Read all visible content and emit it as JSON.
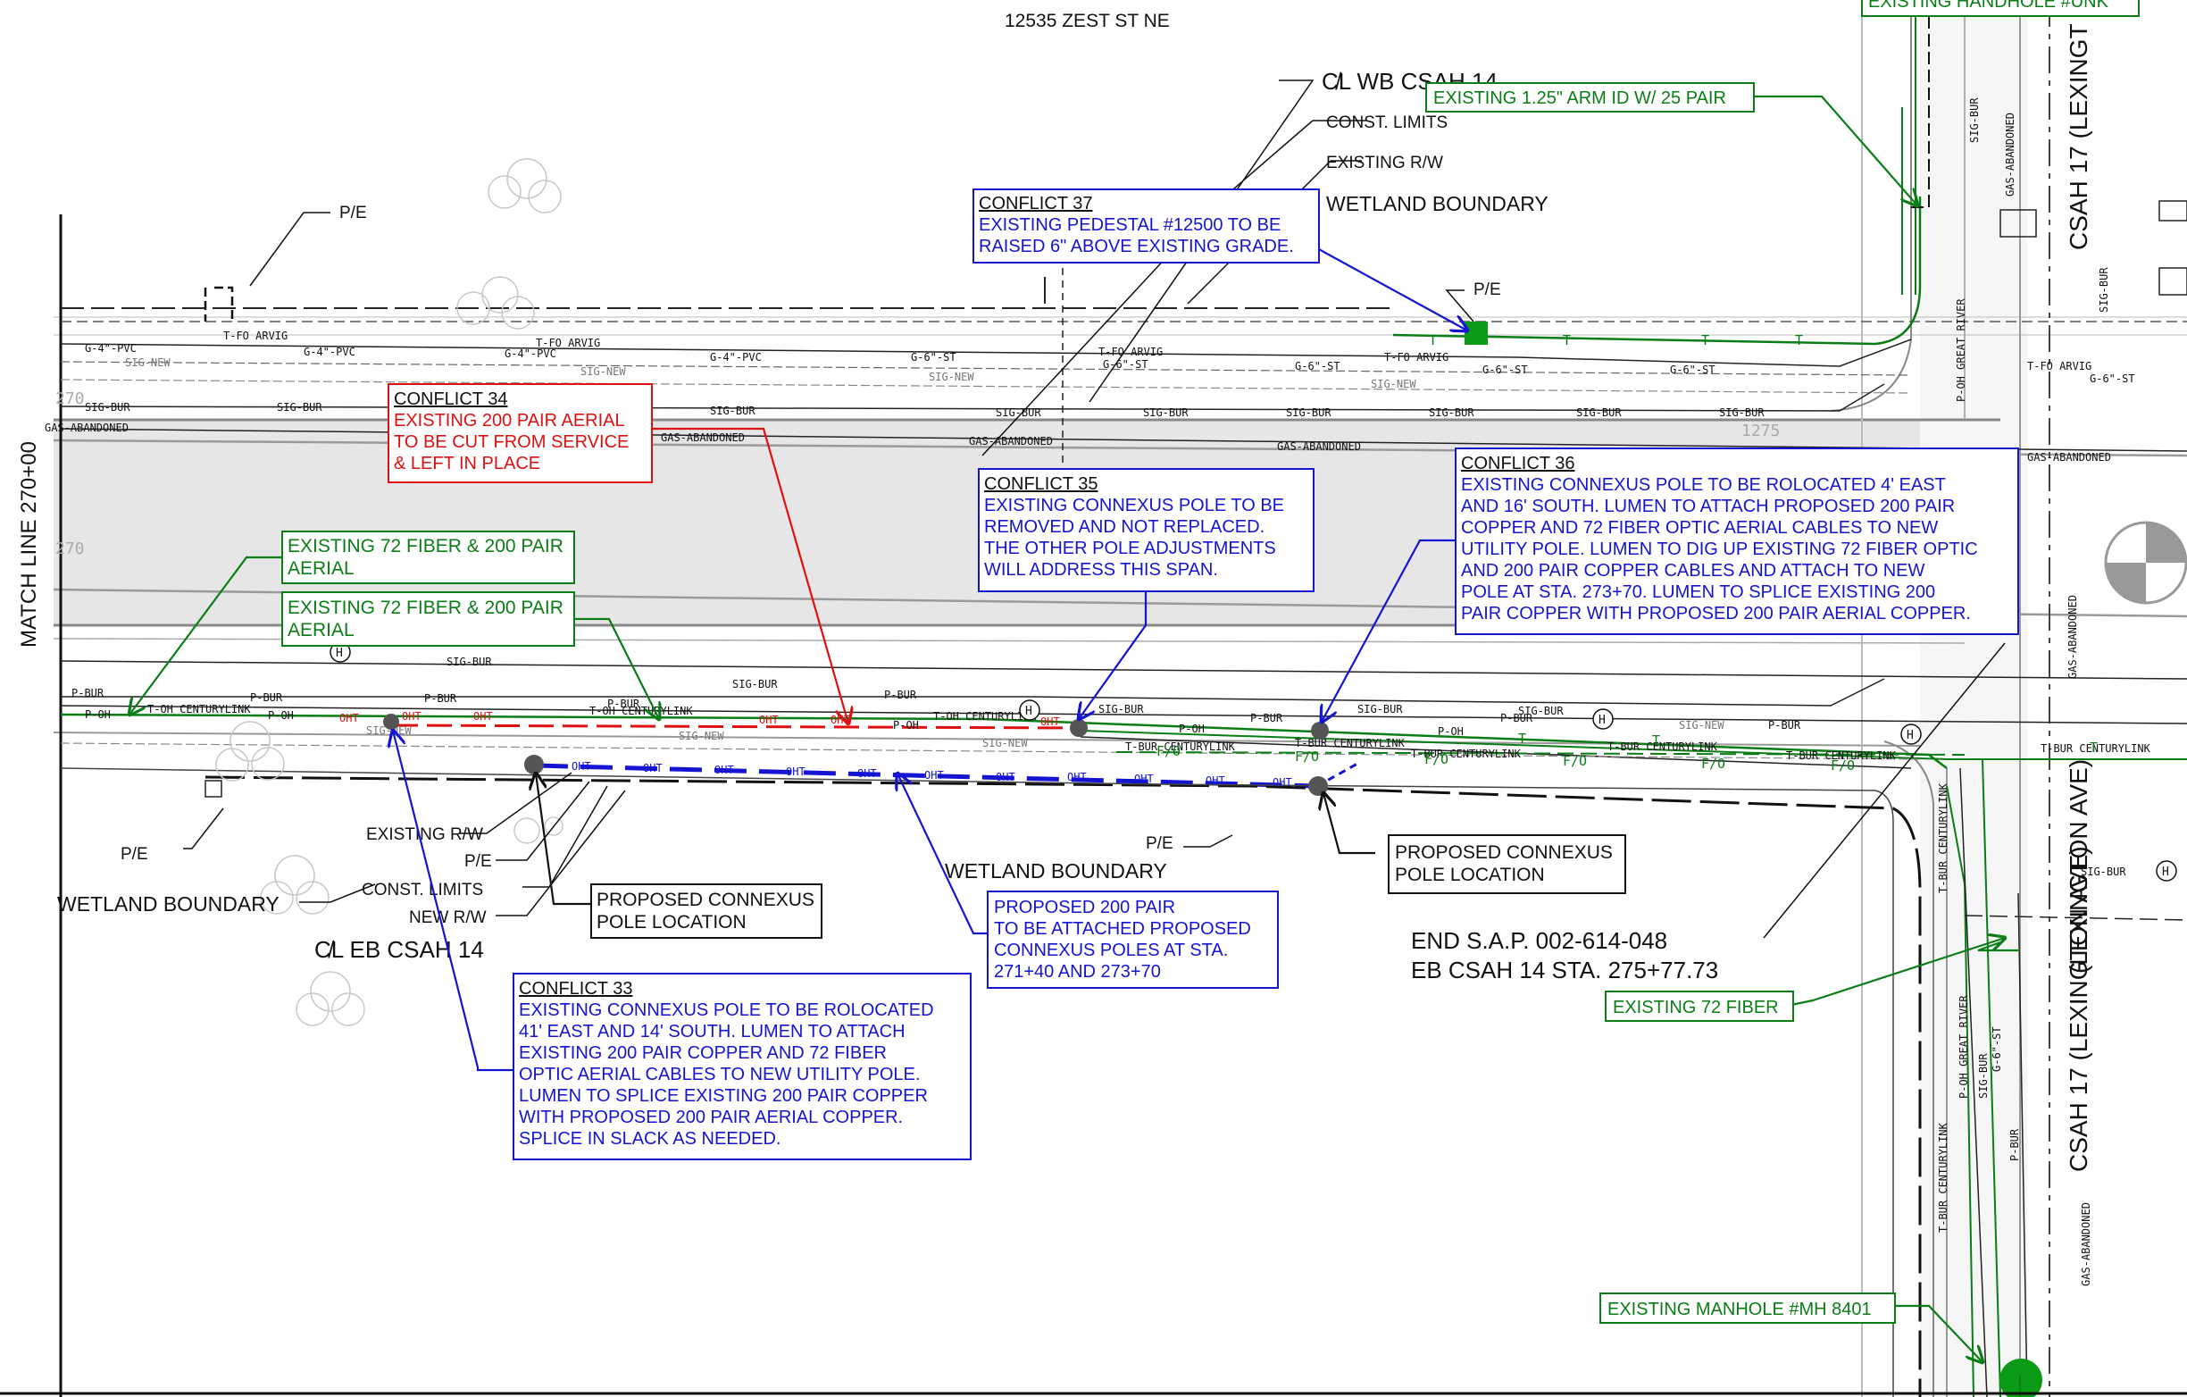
{
  "address": "12535 ZEST ST NE",
  "match_line": "MATCH LINE 270+00",
  "colors": {
    "conflict_blue": "#1414d2",
    "conflict_red": "#e11010",
    "existing_green": "#0b7d16",
    "black": "#111111",
    "road_gray": "#e6e6e6"
  },
  "north_labels": {
    "cl_wb": "C̸L WB CSAH 14",
    "const_limits": "CONST. LIMITS",
    "existing_rw": "EXISTING R/W",
    "wetland": "WETLAND BOUNDARY",
    "pe_left": "P/E",
    "pe_center": "P/E"
  },
  "south_labels": {
    "existing_rw": "EXISTING R/W",
    "pe": "P/E",
    "const_limits": "CONST. LIMITS",
    "new_rw": "NEW R/W",
    "cl_eb": "C̸L EB CSAH 14",
    "wetland_left": "WETLAND BOUNDARY",
    "pe_left": "P/E",
    "wetland_center": "WETLAND BOUNDARY",
    "pe_center": "P/E"
  },
  "end_sap": {
    "line1": "END S.A.P. 002-614-048",
    "line2": "EB CSAH 14 STA. 275+77.73"
  },
  "cross_road": {
    "top": "CSAH 17 (LEXINGT",
    "middle": "(LEXINGTON AVE)",
    "bottom": "CSAH 17 (LEXINGTON AVE)"
  },
  "callouts": {
    "c37": {
      "title": "CONFLICT 37",
      "lines": [
        "EXISTING PEDESTAL #12500 TO BE",
        "RAISED 6\" ABOVE EXISTING GRADE."
      ]
    },
    "c34": {
      "title": "CONFLICT 34",
      "lines": [
        "EXISTING 200 PAIR AERIAL",
        "TO BE CUT FROM SERVICE",
        "& LEFT IN PLACE"
      ]
    },
    "c35": {
      "title": "CONFLICT 35",
      "lines": [
        "EXISTING CONNEXUS POLE TO BE",
        "REMOVED AND NOT REPLACED.",
        "THE OTHER POLE ADJUSTMENTS",
        "WILL ADDRESS THIS SPAN."
      ]
    },
    "c36": {
      "title": "CONFLICT 36",
      "lines": [
        "EXISTING CONNEXUS POLE TO BE ROLOCATED 4' EAST",
        "AND 16' SOUTH.  LUMEN TO ATTACH PROPOSED 200 PAIR",
        "COPPER AND 72 FIBER OPTIC AERIAL CABLES TO NEW",
        "UTILITY POLE.  LUMEN TO DIG UP EXISTING 72 FIBER OPTIC",
        "AND 200 PAIR COPPER CABLES AND ATTACH TO NEW",
        "POLE AT STA. 273+70.  LUMEN TO SPLICE EXISTING 200",
        "PAIR COPPER WITH PROPOSED 200 PAIR AERIAL COPPER."
      ]
    },
    "c33": {
      "title": "CONFLICT 33",
      "lines": [
        "EXISTING CONNEXUS POLE TO BE ROLOCATED",
        "41' EAST AND 14' SOUTH.  LUMEN TO ATTACH",
        "EXISTING 200 PAIR COPPER AND 72 FIBER",
        "OPTIC AERIAL CABLES TO NEW UTILITY POLE.",
        "LUMEN TO SPLICE EXISTING 200 PAIR COPPER",
        "WITH PROPOSED 200 PAIR AERIAL COPPER.",
        "SPLICE IN SLACK AS NEEDED."
      ]
    },
    "proposed_200": {
      "lines": [
        "PROPOSED  200 PAIR",
        "TO BE ATTACHED PROPOSED",
        "CONNEXUS POLES AT STA.",
        "271+40 AND 273+70"
      ]
    },
    "pole_left": {
      "lines": [
        "PROPOSED CONNEXUS",
        "POLE LOCATION"
      ]
    },
    "pole_right": {
      "lines": [
        "PROPOSED CONNEXUS",
        "POLE LOCATION"
      ]
    },
    "ex_72_200_a": {
      "lines": [
        "EXISTING 72 FIBER & 200 PAIR",
        "AERIAL"
      ]
    },
    "ex_72_200_b": {
      "lines": [
        "EXISTING 72 FIBER & 200 PAIR",
        "AERIAL"
      ]
    },
    "ex_arm": {
      "lines": [
        "EXISTING 1.25\" ARM ID W/ 25 PAIR"
      ]
    },
    "ex_handhole": {
      "lines": [
        "EXISTING HANDHOLE #UNK"
      ]
    },
    "ex_72": {
      "lines": [
        "EXISTING 72 FIBER"
      ]
    },
    "ex_manhole": {
      "lines": [
        "EXISTING MANHOLE #MH 8401"
      ]
    }
  },
  "utility_tags": {
    "tfo_arvig": "T-FO ARVIG",
    "g4_pvc": "G-4\"-PVC",
    "g6_st": "G-6\"-ST",
    "sig_new": "SIG-NEW",
    "sig_bur": "SIG-BUR",
    "gas_abandoned": "GAS-ABANDONED",
    "p_bur": "P-BUR",
    "p_oh": "P-OH",
    "t_oh": "T-OH CENTURYLINK",
    "t_bur": "T-BUR CENTURYLINK",
    "oht": "OHT",
    "fo": "F/O",
    "t": "T",
    "p_oh_gr": "P-OH GREAT RIVER",
    "station_1275": "1275",
    "station_270": "270"
  }
}
